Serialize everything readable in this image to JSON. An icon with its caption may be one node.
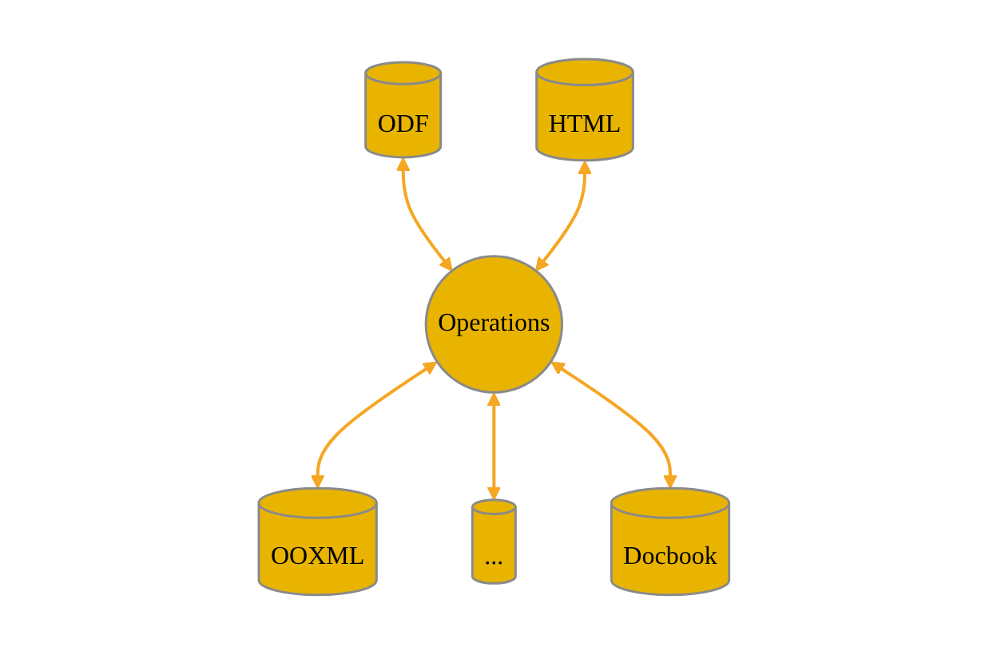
{
  "diagram": {
    "nodes": [
      {
        "text": [
          "ODF"
        ]
      },
      {
        "text": [
          "OOXML"
        ]
      },
      {
        "text": [
          "Operations"
        ]
      },
      {
        "text": [
          "HTML"
        ]
      },
      {
        "text": [
          "..."
        ]
      },
      {
        "text": [
          "Docbook"
        ]
      }
    ],
    "edges": [
      {
        "from": 0,
        "to": 2,
        "arrow": "both"
      },
      {
        "from": 2,
        "to": 1,
        "arrow": "both"
      },
      {
        "from": 3,
        "to": 2,
        "arrow": "both"
      },
      {
        "from": 2,
        "to": 4,
        "arrow": "both"
      },
      {
        "from": 2,
        "to": 5,
        "arrow": "both"
      }
    ]
  }
}
